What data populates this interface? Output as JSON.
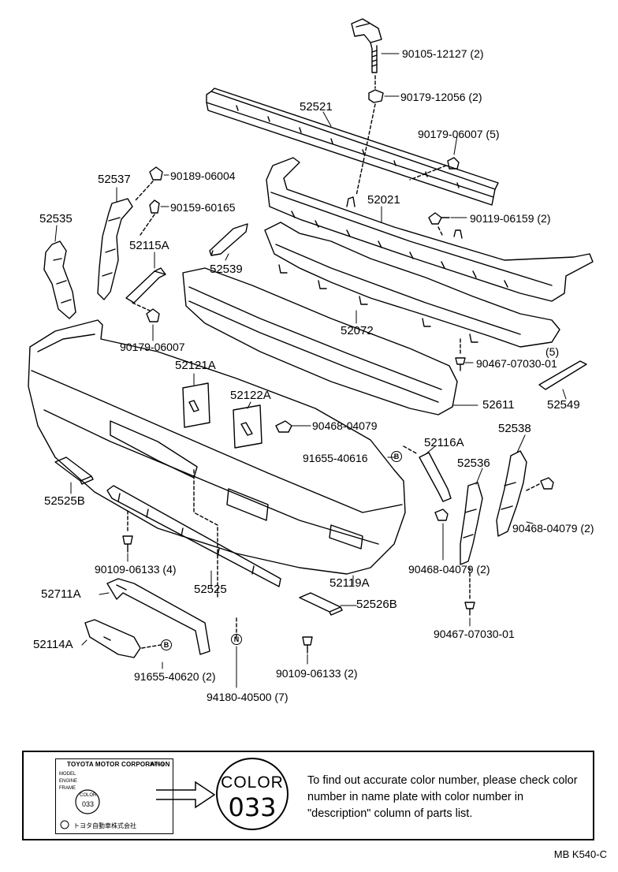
{
  "labels": [
    {
      "id": "p90105",
      "text": "90105-12127 (2)"
    },
    {
      "id": "p90179a",
      "text": "90179-12056 (2)"
    },
    {
      "id": "p52521",
      "text": "52521"
    },
    {
      "id": "p90179b",
      "text": "90179-06007 (5)"
    },
    {
      "id": "p52537",
      "text": "52537"
    },
    {
      "id": "p90189",
      "text": "90189-06004"
    },
    {
      "id": "p90159",
      "text": "90159-60165"
    },
    {
      "id": "p52021",
      "text": "52021"
    },
    {
      "id": "p90119",
      "text": "90119-06159 (2)"
    },
    {
      "id": "p52535",
      "text": "52535"
    },
    {
      "id": "p52115A",
      "text": "52115A"
    },
    {
      "id": "p52539",
      "text": "52539"
    },
    {
      "id": "p52072",
      "text": "52072"
    },
    {
      "id": "p90179c",
      "text": "90179-06007"
    },
    {
      "id": "p5",
      "text": "(5)"
    },
    {
      "id": "p90467a",
      "text": "90467-07030-01"
    },
    {
      "id": "p52121A",
      "text": "52121A"
    },
    {
      "id": "p52122A",
      "text": "52122A"
    },
    {
      "id": "p52611",
      "text": "52611"
    },
    {
      "id": "p52549",
      "text": "52549"
    },
    {
      "id": "p90468a",
      "text": "90468-04079"
    },
    {
      "id": "p91655a",
      "text": "91655-40616"
    },
    {
      "id": "p52116A",
      "text": "52116A"
    },
    {
      "id": "p52538",
      "text": "52538"
    },
    {
      "id": "p52536",
      "text": "52536"
    },
    {
      "id": "p52525B",
      "text": "52525B"
    },
    {
      "id": "p90468b",
      "text": "90468-04079 (2)"
    },
    {
      "id": "p90109a",
      "text": "90109-06133 (4)"
    },
    {
      "id": "p90468c",
      "text": "90468-04079 (2)"
    },
    {
      "id": "p52711A",
      "text": "52711A"
    },
    {
      "id": "p52525",
      "text": "52525"
    },
    {
      "id": "p52119A",
      "text": "52119A"
    },
    {
      "id": "p52526B",
      "text": "52526B"
    },
    {
      "id": "p90467b",
      "text": "90467-07030-01"
    },
    {
      "id": "p52114A",
      "text": "52114A"
    },
    {
      "id": "p91655b",
      "text": "91655-40620 (2)"
    },
    {
      "id": "p90109b",
      "text": "90109-06133 (2)"
    },
    {
      "id": "p94180",
      "text": "94180-40500 (7)"
    }
  ],
  "markers": {
    "b1": "B",
    "b2": "B",
    "n": "N"
  },
  "note": {
    "plate_title": "TOYOTA MOTOR CORPORATION",
    "plate_sub": "JAPAN",
    "plate_lines": [
      "MODEL",
      "ENGINE",
      "FRAME",
      "COLOR"
    ],
    "plate_color": "033",
    "plate_jp": "トヨタ自動車株式会社",
    "color_word": "COLOR",
    "color_number": "033",
    "text": "To find out accurate color number, please check color number in name plate with color number in \"description\" column of parts list."
  },
  "footer": "MB  K540-C"
}
